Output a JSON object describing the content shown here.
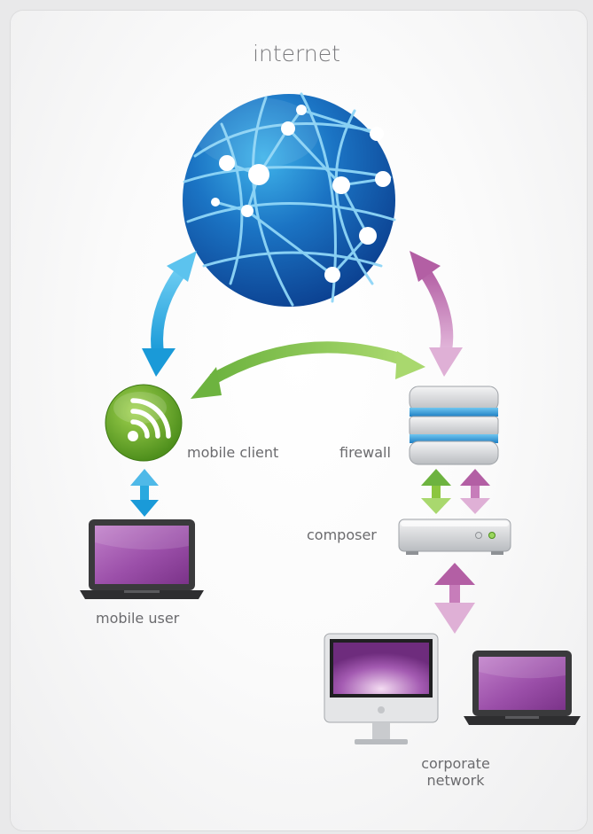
{
  "labels": {
    "internet": "internet",
    "mobile_client": "mobile client",
    "firewall": "firewall",
    "composer": "composer",
    "mobile_user": "mobile user",
    "corporate_network_line1": "corporate",
    "corporate_network_line2": "network"
  },
  "icons": {
    "globe": "globe-network-icon",
    "mobile_client": "wifi-signal-icon",
    "firewall": "server-stack-icon",
    "composer": "appliance-box-icon",
    "mobile_user": "laptop-icon",
    "corporate_desktop": "desktop-monitor-icon",
    "corporate_laptop": "laptop-icon"
  },
  "connections": [
    {
      "from": "internet",
      "to": "mobile client",
      "color": "#2aa9df"
    },
    {
      "from": "internet",
      "to": "firewall",
      "color": "#c77dba"
    },
    {
      "from": "mobile client",
      "to": "firewall",
      "color": "#8cc63f"
    },
    {
      "from": "mobile client",
      "to": "mobile user",
      "color": "#2aa9df"
    },
    {
      "from": "firewall",
      "to": "composer",
      "color": "#8cc63f"
    },
    {
      "from": "firewall",
      "to": "composer",
      "color": "#c77dba"
    },
    {
      "from": "composer",
      "to": "corporate network",
      "color": "#c77dba"
    }
  ],
  "colors": {
    "blue": "#2aa9df",
    "green": "#8cc63f",
    "purple": "#c77dba",
    "label_text": "#6b6b6e"
  }
}
